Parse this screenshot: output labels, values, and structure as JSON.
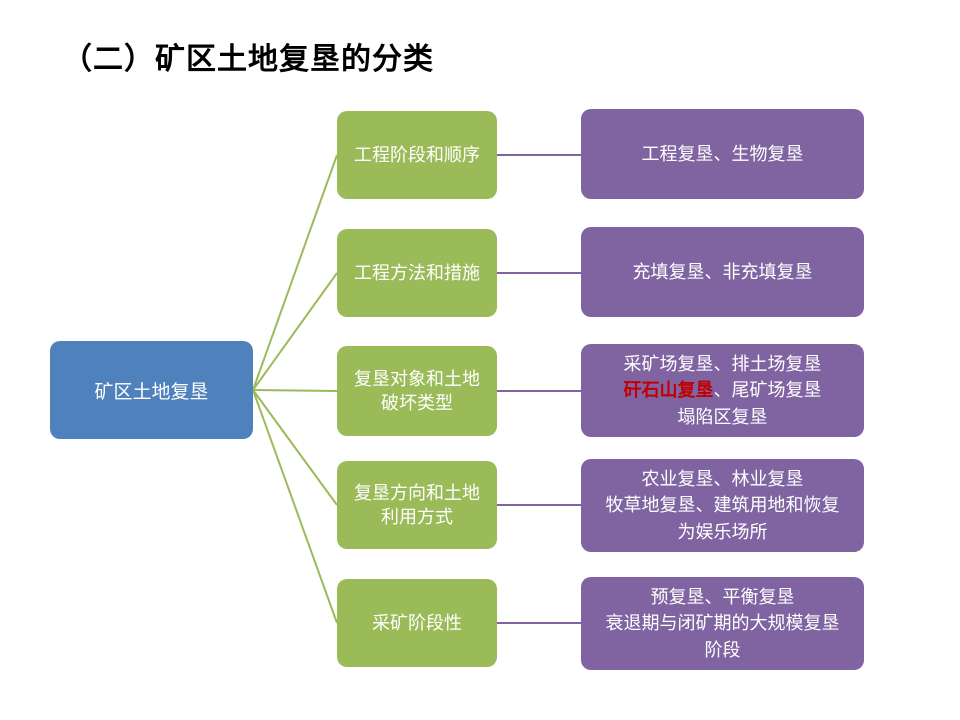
{
  "title": "（二）矿区土地复垦的分类",
  "root": {
    "label": "矿区土地复垦"
  },
  "branches": [
    {
      "category": "工程阶段和顺序",
      "result": "工程复垦、生物复垦"
    },
    {
      "category": "工程方法和措施",
      "result": "充填复垦、非充填复垦"
    },
    {
      "category": "复垦对象和土地\n破坏类型",
      "result_line1": "采矿场复垦、排土场复垦",
      "result_line2_red": "矸石山复垦",
      "result_line2_rest": "、尾矿场复垦",
      "result_line3": "塌陷区复垦"
    },
    {
      "category": "复垦方向和土地\n利用方式",
      "result": "农业复垦、林业复垦\n牧草地复垦、建筑用地和恢复\n为娱乐场所"
    },
    {
      "category": "采矿阶段性",
      "result": "预复垦、平衡复垦\n衰退期与闭矿期的大规模复垦\n阶段"
    }
  ],
  "colors": {
    "root_fill": "#4f81bd",
    "category_fill": "#9bbb59",
    "result_fill": "#8064a2",
    "branch_line": "#9bbb59",
    "connector_line": "#8064a2",
    "highlight_text": "#c00000",
    "title_text": "#000000"
  }
}
